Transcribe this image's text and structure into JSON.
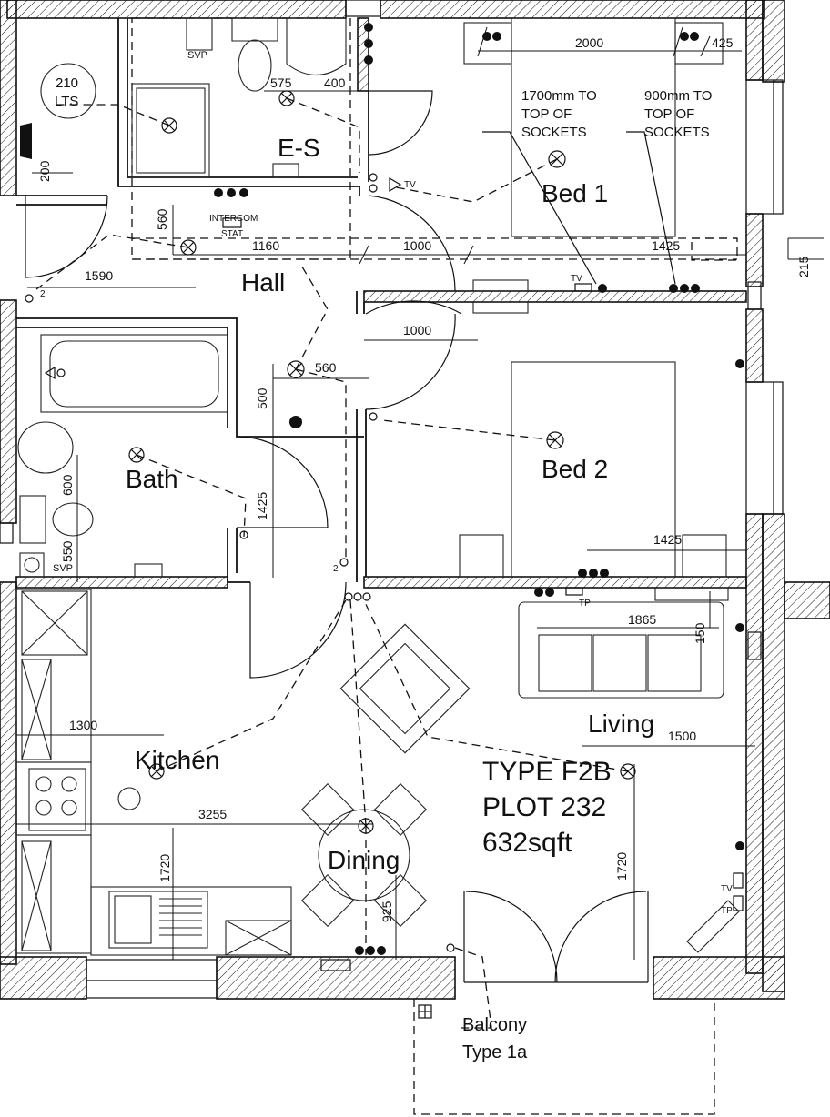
{
  "rooms": {
    "ensuite": "E-S",
    "bed1": "Bed 1",
    "hall": "Hall",
    "bed2": "Bed 2",
    "bath": "Bath",
    "kitchen": "Kitchen",
    "living": "Living",
    "dining": "Dining",
    "balcony_line1": "Balcony",
    "balcony_line2": "Type 1a"
  },
  "plot": {
    "type": "TYPE F2B",
    "plot": "PLOT 232",
    "area": "632sqft"
  },
  "notes": {
    "sockets_1700_l1": "1700mm TO",
    "sockets_1700_l2": "TOP OF",
    "sockets_1700_l3": "SOCKETS",
    "sockets_900_l1": "900mm TO",
    "sockets_900_l2": "TOP OF",
    "sockets_900_l3": "SOCKETS",
    "lts_top": "210",
    "lts_bottom": "LTS",
    "svp_top": "SVP",
    "svp_bottom": "SVP",
    "intercom": "INTERCOM",
    "stat": "STAT",
    "tv_es": "TV",
    "tv_bed1": "TV",
    "tp_bed2": "TP",
    "tv_living": "TV",
    "tp_living": "TP",
    "two_hall": "2",
    "two_bath": "2"
  },
  "dimensions": {
    "d2000": "2000",
    "d425": "425",
    "d575": "575",
    "d400": "400",
    "d200": "200",
    "d560_v": "560",
    "d1160": "1160",
    "d1000_a": "1000",
    "d1425_a": "1425",
    "d215": "215",
    "d1590": "1590",
    "d1000_b": "1000",
    "d560_h": "560",
    "d500": "500",
    "d600": "600",
    "d1425_v": "1425",
    "d550": "550",
    "d1425_b": "1425",
    "d1865": "1865",
    "d150": "150",
    "d1300": "1300",
    "d1500": "1500",
    "d3255": "3255",
    "d1720_a": "1720",
    "d925": "925",
    "d1720_b": "1720"
  }
}
